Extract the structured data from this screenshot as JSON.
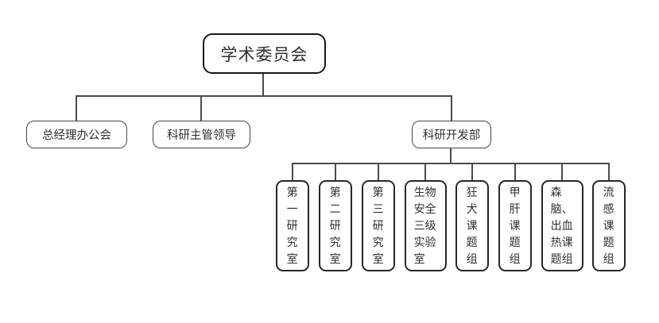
{
  "org_chart": {
    "root": {
      "label": "学术委员会"
    },
    "level2": [
      {
        "label": "总经理办公会"
      },
      {
        "label": "科研主管领导"
      },
      {
        "label": "科研开发部"
      }
    ],
    "departments": [
      {
        "label": "第一研究室"
      },
      {
        "label": "第二研究室"
      },
      {
        "label": "第三研究室"
      },
      {
        "label": "生物安全三级实验室"
      },
      {
        "label": "狂犬课题组"
      },
      {
        "label": "甲肝课题组"
      },
      {
        "label": "森脑、出血热课题组"
      },
      {
        "label": "流感课题组"
      }
    ],
    "colors": {
      "background": "#ffffff",
      "connector": "#4a4a52",
      "root_border": "#18181c",
      "level2_border": "#46464f",
      "level3_border": "#26262e",
      "text": "#2e2e38"
    }
  }
}
